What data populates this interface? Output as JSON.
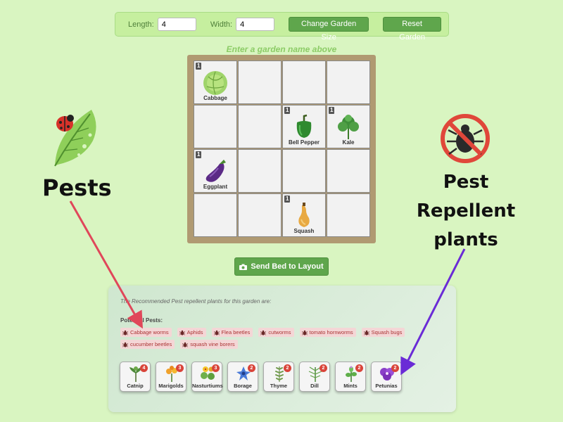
{
  "controls": {
    "length_label": "Length:",
    "length_value": "4",
    "width_label": "Width:",
    "width_value": "4",
    "change_size_label": "Change Garden Size",
    "reset_label": "Reset Garden"
  },
  "garden_name_placeholder": "Enter a garden name above",
  "grid": {
    "cells": [
      {
        "badge": "1",
        "plant": "Cabbage",
        "icon": "cabbage-icon"
      },
      {},
      {},
      {},
      {},
      {},
      {
        "badge": "1",
        "plant": "Bell Pepper",
        "icon": "bell-pepper-icon"
      },
      {
        "badge": "1",
        "plant": "Kale",
        "icon": "kale-icon"
      },
      {
        "badge": "1",
        "plant": "Eggplant",
        "icon": "eggplant-icon"
      },
      {},
      {},
      {},
      {},
      {},
      {
        "badge": "1",
        "plant": "Squash",
        "icon": "squash-icon"
      },
      {}
    ]
  },
  "send_button_label": "Send Bed to Layout",
  "panel": {
    "intro": "The Recommended Pest repellent plants for this garden are:",
    "pests_title": "Potential Pests:",
    "pests": [
      "Cabbage worms",
      "Aphids",
      "Flea beetles",
      "cutworms",
      "tomato hornworms",
      "Squash bugs",
      "cucumber beetles",
      "squash vine borers"
    ],
    "plants": [
      {
        "name": "Catnip",
        "count": "4"
      },
      {
        "name": "Marigolds",
        "count": "3"
      },
      {
        "name": "Nasturtiums",
        "count": "3"
      },
      {
        "name": "Borage",
        "count": "2"
      },
      {
        "name": "Thyme",
        "count": "2"
      },
      {
        "name": "Dill",
        "count": "2"
      },
      {
        "name": "Mints",
        "count": "2"
      },
      {
        "name": "Petunias",
        "count": "2"
      }
    ]
  },
  "annotations": {
    "pests_label": "Pests",
    "repellent_label_line1": "Pest",
    "repellent_label_line2": "Repellent",
    "repellent_label_line3": "plants",
    "pests_arrow_color": "#e0475a",
    "repellent_arrow_color": "#6a2bd6"
  },
  "colors": {
    "background": "#d9f5c1",
    "button_green": "#5fa64c",
    "bed_brown": "#b09a72"
  }
}
